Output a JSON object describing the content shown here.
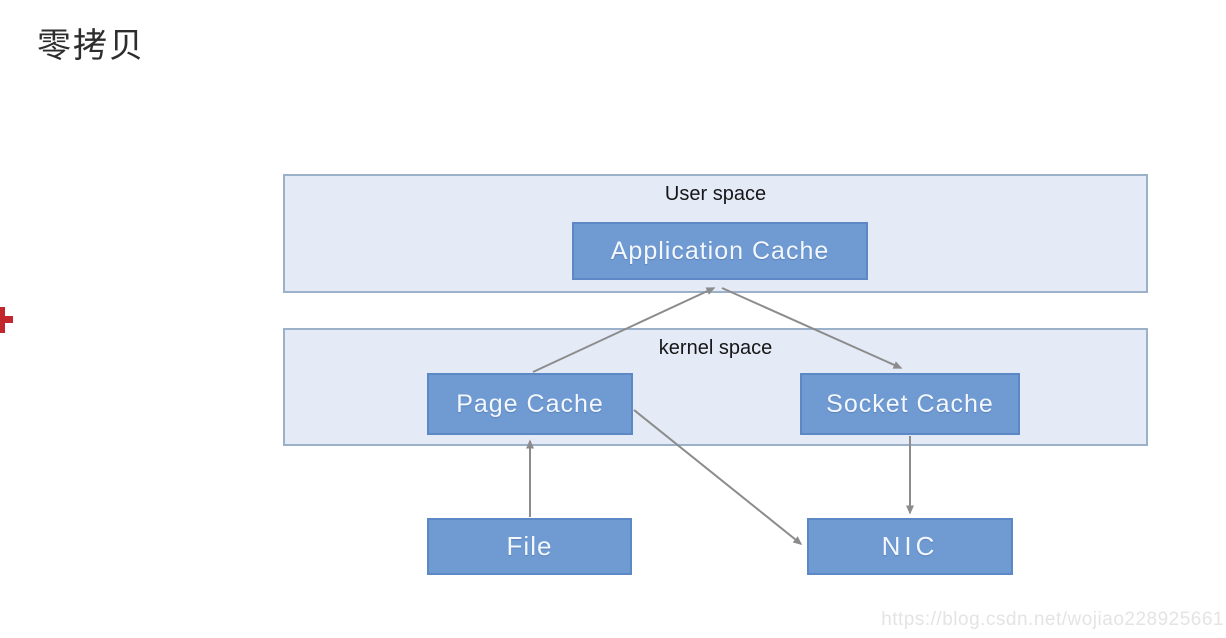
{
  "page": {
    "title": "零拷贝",
    "watermark": "https://blog.csdn.net/wojiao228925661"
  },
  "diagram": {
    "containers": [
      {
        "id": "user-space",
        "label": "User space"
      },
      {
        "id": "kernel-space",
        "label": "kernel space"
      }
    ],
    "nodes": [
      {
        "id": "application-cache",
        "label": "Application Cache",
        "container": "user-space"
      },
      {
        "id": "page-cache",
        "label": "Page Cache",
        "container": "kernel-space"
      },
      {
        "id": "socket-cache",
        "label": "Socket Cache",
        "container": "kernel-space"
      },
      {
        "id": "file",
        "label": "File",
        "container": "none"
      },
      {
        "id": "nic",
        "label": "NIC",
        "container": "none"
      }
    ],
    "edges": [
      {
        "from": "page-cache",
        "to": "application-cache"
      },
      {
        "from": "application-cache",
        "to": "socket-cache"
      },
      {
        "from": "file",
        "to": "page-cache"
      },
      {
        "from": "page-cache",
        "to": "nic"
      },
      {
        "from": "socket-cache",
        "to": "nic"
      }
    ],
    "colors": {
      "node_fill": "#6f9ad2",
      "node_border": "#5c88c6",
      "container_fill": "#e4ebf7",
      "container_border": "#9bb0c9",
      "arrow": "#8c8c8c",
      "annotation_red": "#c1272d"
    }
  }
}
